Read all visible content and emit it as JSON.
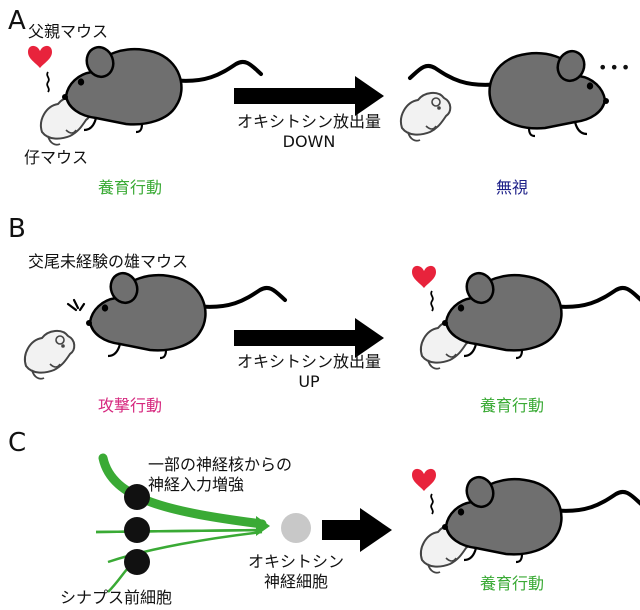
{
  "panels": {
    "A": {
      "letter": "A",
      "father_label": "父親マウス",
      "pup_label": "仔マウス",
      "arrow_label_line1": "オキシトシン放出量",
      "arrow_label_line2": "DOWN",
      "left_behavior": "養育行動",
      "right_behavior": "無視",
      "ellipsis": "•••"
    },
    "B": {
      "letter": "B",
      "male_label": "交尾未経験の雄マウス",
      "arrow_label_line1": "オキシトシン放出量",
      "arrow_label_line2": "UP",
      "left_behavior": "攻撃行動",
      "right_behavior": "養育行動"
    },
    "C": {
      "letter": "C",
      "input_label_line1": "一部の神経核からの",
      "input_label_line2": "神経入力増強",
      "presynaptic_label": "シナプス前細胞",
      "oxt_neuron_label_line1": "オキシトシン",
      "oxt_neuron_label_line2": "神経細胞",
      "right_behavior": "養育行動"
    }
  },
  "colors": {
    "green": "#3aaa35",
    "magenta": "#d6277e",
    "navy": "#1d2088",
    "heart": "#e8233c",
    "mouse_gray": "#6f6f6f",
    "pup_fill": "#f2f2f2",
    "neuron_gray": "#c8c8c8"
  }
}
